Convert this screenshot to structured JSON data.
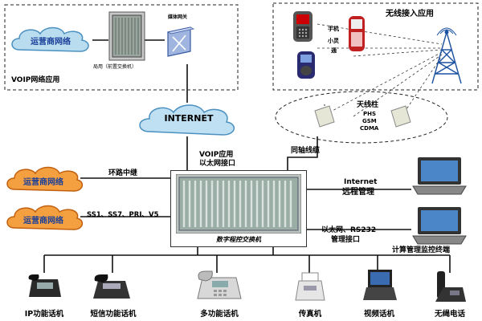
{
  "voip_app": {
    "title": "VOIP网络应用",
    "operator": "运营商网络",
    "office_switch": "局用（前置交换机）",
    "media_gateway": "媒体网关"
  },
  "wireless_app": {
    "title": "无线接入应用",
    "phone_label_1": "手机",
    "phone_label_2": "小灵",
    "phone_label_3": "通"
  },
  "internet": {
    "label": "INTERNET",
    "voip_iface_1": "VOIP应用",
    "voip_iface_2": "以太网接口"
  },
  "antenna": {
    "title": "天线柱",
    "std_1": "PHS",
    "std_2": "GSM",
    "std_3": "CDMA",
    "coax": "同轴线缆"
  },
  "left_networks": {
    "op2": "运营商网络",
    "op3": "运营商网络",
    "ring_trunk": "环路中继",
    "signaling": "SS1、SS7、PRI、V5"
  },
  "switch": {
    "label": "数字程控交换机"
  },
  "right_side": {
    "remote_mgmt_1": "Internet",
    "remote_mgmt_2": "远程管理",
    "mgmt_iface_1": "以太网、RS232",
    "mgmt_iface_2": "管理接口",
    "monitor_terminal": "计算管理监控终端"
  },
  "terminals": {
    "ip_phone": "IP功能话机",
    "sms_phone": "短信功能话机",
    "multi_phone": "多功能话机",
    "fax": "传真机",
    "video_phone": "视频话机",
    "cordless": "无绳电话"
  }
}
